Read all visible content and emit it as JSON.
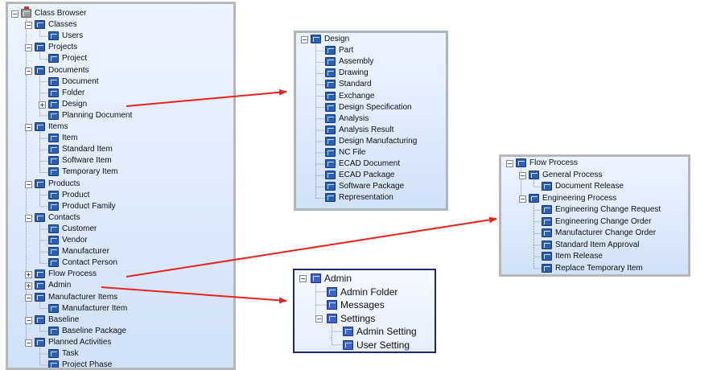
{
  "main_tree": [
    {
      "label": "Class Browser",
      "depth": 0,
      "toggle": "-",
      "root": true
    },
    {
      "label": "Classes",
      "depth": 1,
      "toggle": "-"
    },
    {
      "label": "Users",
      "depth": 2,
      "toggle": null
    },
    {
      "label": "Projects",
      "depth": 1,
      "toggle": "-"
    },
    {
      "label": "Project",
      "depth": 2,
      "toggle": null
    },
    {
      "label": "Documents",
      "depth": 1,
      "toggle": "-"
    },
    {
      "label": "Document",
      "depth": 2,
      "toggle": null
    },
    {
      "label": "Folder",
      "depth": 2,
      "toggle": null
    },
    {
      "label": "Design",
      "depth": 2,
      "toggle": "+"
    },
    {
      "label": "Planning Document",
      "depth": 2,
      "toggle": null
    },
    {
      "label": "Items",
      "depth": 1,
      "toggle": "-"
    },
    {
      "label": "Item",
      "depth": 2,
      "toggle": null
    },
    {
      "label": "Standard Item",
      "depth": 2,
      "toggle": null
    },
    {
      "label": "Software Item",
      "depth": 2,
      "toggle": null
    },
    {
      "label": "Temporary Item",
      "depth": 2,
      "toggle": null
    },
    {
      "label": "Products",
      "depth": 1,
      "toggle": "-"
    },
    {
      "label": "Product",
      "depth": 2,
      "toggle": null
    },
    {
      "label": "Product Family",
      "depth": 2,
      "toggle": null
    },
    {
      "label": "Contacts",
      "depth": 1,
      "toggle": "-"
    },
    {
      "label": "Customer",
      "depth": 2,
      "toggle": null
    },
    {
      "label": "Vendor",
      "depth": 2,
      "toggle": null
    },
    {
      "label": "Manufacturer",
      "depth": 2,
      "toggle": null
    },
    {
      "label": "Contact Person",
      "depth": 2,
      "toggle": null
    },
    {
      "label": "Flow Process",
      "depth": 1,
      "toggle": "+"
    },
    {
      "label": "Admin",
      "depth": 1,
      "toggle": "+"
    },
    {
      "label": "Manufacturer Items",
      "depth": 1,
      "toggle": "-"
    },
    {
      "label": "Manufacturer Item",
      "depth": 2,
      "toggle": null
    },
    {
      "label": "Baseline",
      "depth": 1,
      "toggle": "-"
    },
    {
      "label": "Baseline Package",
      "depth": 2,
      "toggle": null
    },
    {
      "label": "Planned Activities",
      "depth": 1,
      "toggle": "-"
    },
    {
      "label": "Task",
      "depth": 2,
      "toggle": null
    },
    {
      "label": "Project Phase",
      "depth": 2,
      "toggle": null
    }
  ],
  "design_tree": [
    {
      "label": "Design",
      "depth": 0,
      "toggle": "-"
    },
    {
      "label": "Part",
      "depth": 1,
      "toggle": null
    },
    {
      "label": "Assembly",
      "depth": 1,
      "toggle": null
    },
    {
      "label": "Drawing",
      "depth": 1,
      "toggle": null
    },
    {
      "label": "Standard",
      "depth": 1,
      "toggle": null
    },
    {
      "label": "Exchange",
      "depth": 1,
      "toggle": null
    },
    {
      "label": "Design Specification",
      "depth": 1,
      "toggle": null
    },
    {
      "label": "Analysis",
      "depth": 1,
      "toggle": null
    },
    {
      "label": "Analysis Result",
      "depth": 1,
      "toggle": null
    },
    {
      "label": "Design Manufacturing",
      "depth": 1,
      "toggle": null
    },
    {
      "label": "NC File",
      "depth": 1,
      "toggle": null
    },
    {
      "label": "ECAD Document",
      "depth": 1,
      "toggle": null
    },
    {
      "label": "ECAD Package",
      "depth": 1,
      "toggle": null
    },
    {
      "label": "Software Package",
      "depth": 1,
      "toggle": null
    },
    {
      "label": "Representation",
      "depth": 1,
      "toggle": null
    }
  ],
  "flow_tree": [
    {
      "label": "Flow Process",
      "depth": 0,
      "toggle": "-"
    },
    {
      "label": "General Process",
      "depth": 1,
      "toggle": "-"
    },
    {
      "label": "Document Release",
      "depth": 2,
      "toggle": null
    },
    {
      "label": "Engineering Process",
      "depth": 1,
      "toggle": "-"
    },
    {
      "label": "Engineering Change Request",
      "depth": 2,
      "toggle": null
    },
    {
      "label": "Engineering Change Order",
      "depth": 2,
      "toggle": null
    },
    {
      "label": "Manufacturer Change Order",
      "depth": 2,
      "toggle": null
    },
    {
      "label": "Standard Item Approval",
      "depth": 2,
      "toggle": null
    },
    {
      "label": "Item Release",
      "depth": 2,
      "toggle": null
    },
    {
      "label": "Replace Temporary Item",
      "depth": 2,
      "toggle": null
    }
  ],
  "admin_tree": [
    {
      "label": "Admin",
      "depth": 0,
      "toggle": "-"
    },
    {
      "label": "Admin Folder",
      "depth": 1,
      "toggle": null
    },
    {
      "label": "Messages",
      "depth": 1,
      "toggle": null
    },
    {
      "label": "Settings",
      "depth": 1,
      "toggle": "-"
    },
    {
      "label": "Admin Setting",
      "depth": 2,
      "toggle": null
    },
    {
      "label": "User Setting",
      "depth": 2,
      "toggle": null
    }
  ],
  "arrow_color": "#e52420"
}
